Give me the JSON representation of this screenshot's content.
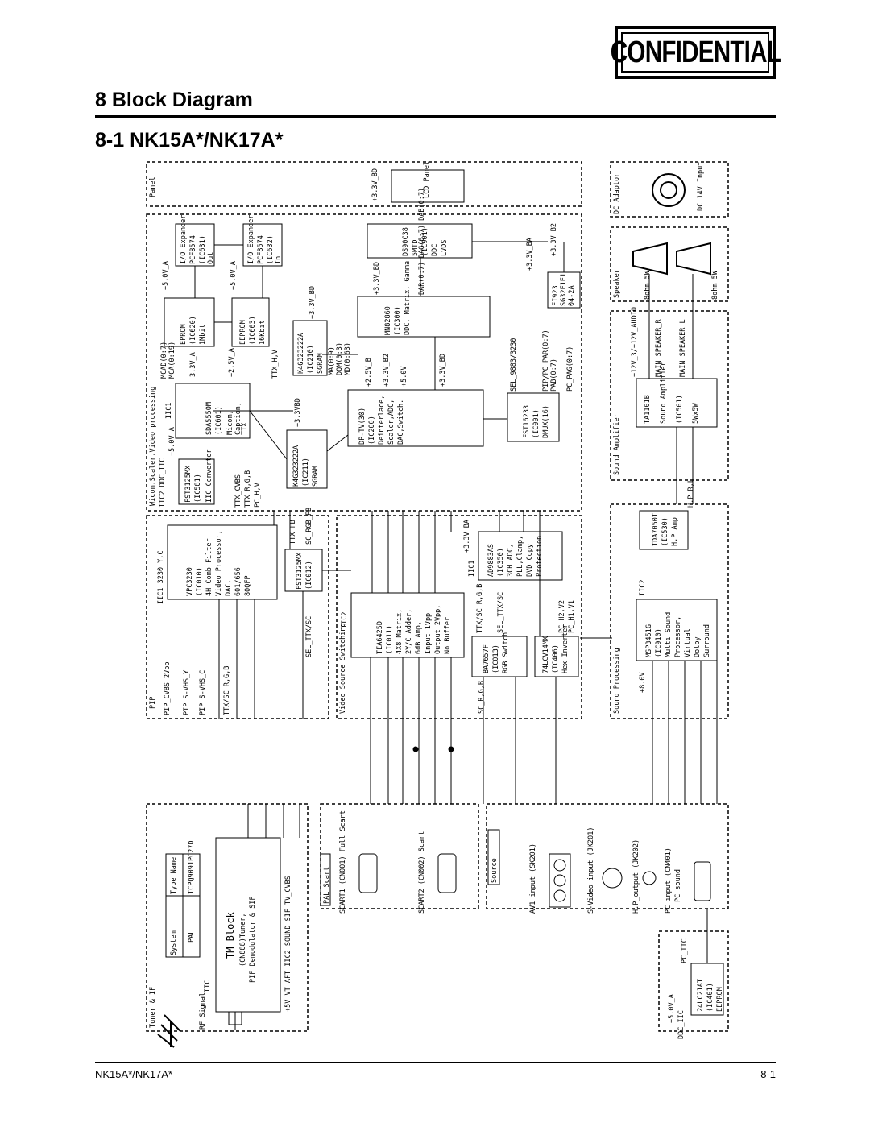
{
  "stamp": {
    "text": "CONFIDENTIAL"
  },
  "header": {
    "section_title": "8 Block Diagram",
    "subsection_title": "8-1 NK15A*/NK17A*"
  },
  "footer": {
    "model": "NK15A*/NK17A*",
    "page": "8-1"
  },
  "blocks": {
    "panel": {
      "label": "Panel",
      "lcd": "LCD Panel",
      "rail": "+3.3V_BD"
    },
    "dc_adaptor": {
      "label": "DC Adaptor",
      "input": "DC 14V Input"
    },
    "speaker": {
      "label": "Speaker",
      "spk_r": "8ohm 5W",
      "spk_l": "8ohm 5W"
    },
    "sound_amp": {
      "label": "Sound Amplifier",
      "chip": "TA1101B",
      "desc": "Sound Amplifier",
      "ref": "(IC501)",
      "power": "5Wx5W",
      "rail": "+12V_3/+12V_AUDIO",
      "out_r": "MAIN SPEAKER_R",
      "out_l": "MAIN SPEAKER_L"
    },
    "micom": {
      "label": "Wicom,Scaler,Video processing",
      "bus1": "IIC2",
      "bus2": "IIC1"
    },
    "io_exp1": {
      "name": "I/O Expander",
      "chip": "PCF8574",
      "ref": "(IC631)",
      "mode": "Out",
      "rail": "+5.0V_A",
      "bus": "IIC2"
    },
    "io_exp2": {
      "name": "I/O Expander",
      "chip": "PCF8574",
      "ref": "(IC632)",
      "mode": "In",
      "rail": "+5.0V_A",
      "bus": "IIC2"
    },
    "eprom": {
      "name": "EPROM",
      "ref": "(IC620)",
      "size": "1Mbit",
      "rail": "3.3V_A"
    },
    "eeprom": {
      "name": "EEPROM",
      "ref": "(IC603)",
      "size": "16Kbit",
      "rail": "+2.5V_A"
    },
    "sda": {
      "chip": "SDA555OM",
      "ref": "(IC601)",
      "desc1": "Micom,",
      "desc2": "Caption,",
      "desc3": "TTX",
      "bus": "IIC1",
      "sig1": "MCAD(0:7)",
      "sig2": "MCA(0:19)",
      "sig3": "TTX_H,V"
    },
    "sgram1": {
      "chip": "K4G323222A",
      "ref": "(IC210)",
      "type": "SGRAM",
      "rail": "+3.3V_BD",
      "sig1": "MA(0:9)",
      "sig2": "DQM(0:3)",
      "sig3": "MD(0:63)"
    },
    "sgram2": {
      "chip": "K4G323222A",
      "ref": "(IC211)",
      "type": "SGRAM",
      "rail": "+3.3VBD"
    },
    "converter": {
      "chip": "FST3125MX",
      "ref": "(IC581)",
      "desc": "IIC Converter",
      "bus": "IIC2 DDC_IIC",
      "rail": "+5.0V_A",
      "sig1": "TTX_CVBS",
      "sig2": "TTX_R,G,B",
      "sig3": "PC_H,V"
    },
    "ds90": {
      "chip": "DS90C38",
      "desc1": "5MTD",
      "ref": "(IC901)",
      "desc2": "DDC",
      "desc3": "LVDS",
      "rail": "+3.3V_B2"
    },
    "mn82860": {
      "chip": "MN82860",
      "ref": "(IC300)",
      "desc": "DDC, Matrix, Gamma",
      "rail": "+3.3V_BD",
      "sig": "DAR(0:7) DAG(0:7) DAB(0:7)"
    },
    "fi": {
      "chip": "FI923",
      "ref": "SG32F1E1",
      "desc": "04-2A",
      "rail": "+3.3V_BA"
    },
    "dp_tv": {
      "chip": "DP-TV(30)",
      "ref": "(IC200)",
      "desc1": "Deinterlace,",
      "desc2": "Scaler,ADC,",
      "desc3": "DAC,Switch.",
      "sig1": "+2.5V_B",
      "sig2": "+3.3V_B2",
      "sig3": "+5.0V",
      "sig4": "+3.3V_BD"
    },
    "fst16": {
      "chip": "FST16233",
      "ref": "(IC001)",
      "desc": "DMUX(16)",
      "sig1": "SEL_9883/3230",
      "sig2": "PIP/PC_PAR(0:7)",
      "sig3": "PAB(0:7)",
      "sig4": "PC_PAG(0:7)"
    },
    "pip": {
      "label": "PIP",
      "chip": "VPC3230",
      "ref": "(IC010)",
      "desc1": "4H Comb Filter",
      "desc2": "Video Processor,",
      "desc3": "DAC,",
      "desc4": "601/656",
      "desc5": "80QFP",
      "sig1": "PIP_CVBS 2Vpp",
      "sig2": "PIP S-VHS_Y",
      "sig3": "PIP S-VHS_C",
      "sig4": "TTX/SC_R,G,B",
      "bus": "IIC1 3230_Y,C"
    },
    "fst_ic012": {
      "chip": "FST3125MX",
      "ref": "(IC012)",
      "sig1": "TTX_FB",
      "sig2": "SC_RGB_FB",
      "sig3": "SEL_TTX/SC"
    },
    "video_switch": {
      "label": "Video Source Switching",
      "chip": "TEA6425D",
      "ref": "(IC011)",
      "desc1": "4X8 Matrix,",
      "desc2": "2Y/C Adder,",
      "desc3": "6dB Amp,",
      "desc4": "Input 1Vpp",
      "desc5": "Output 2Vpp,",
      "desc6": "No Buffer",
      "bus": "IIC2"
    },
    "ad9883": {
      "chip": "AD9883AS",
      "ref": "(IC350)",
      "desc1": "3CH ADC,",
      "desc2": "PLL,Clamp,",
      "desc3": "DVD Copy",
      "desc4": "Protection",
      "rail": "+3.3V_BA",
      "bus": "IIC1"
    },
    "ba7657": {
      "chip": "BA7657F",
      "ref": "(IC013)",
      "desc": "RGB Switch",
      "sig1": "TTX/SC_R,G,B",
      "sig2": "SEL_TTX/SC",
      "sig3": "SC_R,G,B"
    },
    "hex_inv": {
      "chip": "74LCV14MX",
      "ref": "(IC406)",
      "desc": "Hex Inverter",
      "sig1": "PC_H2,V2",
      "sig2": "PC_H1,V1"
    },
    "tda": {
      "chip": "TDA7050T",
      "ref": "(IC530)",
      "desc": "H.P Amp",
      "sig": "H.P_R,L"
    },
    "msp": {
      "label": "Sound Processing",
      "chip": "MSP3451G",
      "ref": "(IC910)",
      "desc1": "Multi Sound",
      "desc2": "Processor,",
      "desc3": "Virtual",
      "desc4": "Dolby",
      "desc5": "Surround",
      "bus": "IIC2",
      "rail": "+8.0V"
    },
    "tuner": {
      "label": "Tuner & IF",
      "title": "TM Block",
      "ref": "(CN888)Tuner,",
      "desc": "PIF Demodulator & SIF",
      "table_h1": "System",
      "table_h2": "Type Name",
      "table_v1": "PAL",
      "table_v2": "TCPQ9091PC27D",
      "pins": "+5V VT AFT IIC2 SOUND SIF TV_CVBS",
      "bus": "IIC",
      "rf": "RF Signal"
    },
    "scart": {
      "label": "PAL Scart",
      "scart1": "SCART1 (CN001) Full Scart",
      "scart2": "SCART2 (CN002) Scart"
    },
    "source": {
      "label": "Source",
      "av1": "AV1_input (SK201)",
      "svideo": "S-Video input (JK201)",
      "hp": "H.P_output (JK202)",
      "pc": "PC input (CN401)",
      "pc_sound": "PC sound"
    },
    "ddc": {
      "chip": "24LC21AT",
      "ref": "(IC401)",
      "desc": "EEPROM",
      "bus": "DDC_IIC",
      "rail": "+5.0V_A",
      "sig": "PC_IIC"
    }
  }
}
